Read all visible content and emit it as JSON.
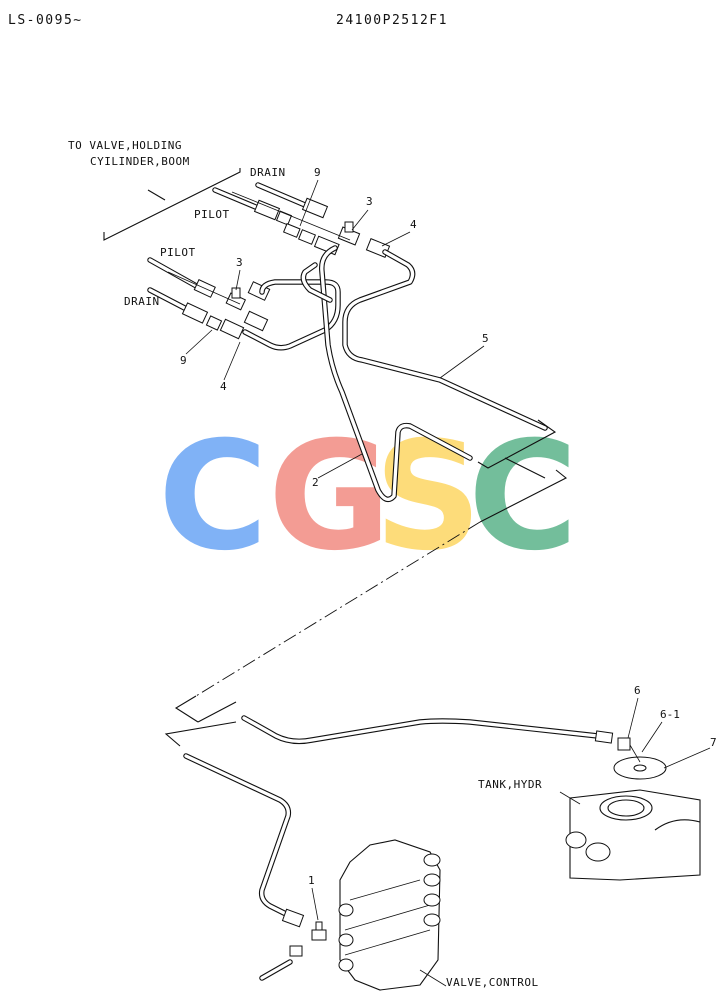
{
  "header": {
    "serial_range": "LS-0095∼",
    "part_number": "24100P2512F1"
  },
  "labels": {
    "to_valve": [
      "TO VALVE,HOLDING",
      "CYILINDER,BOOM"
    ],
    "drain_upper": "DRAIN",
    "pilot_upper": "PILOT",
    "pilot_lower": "PILOT",
    "drain_lower": "DRAIN",
    "tank": "TANK,HYDR",
    "valve_control": "VALVE,CONTROL"
  },
  "callouts": {
    "c9_upper": "9",
    "c3_upper": "3",
    "c4_upper": "4",
    "c3_lower": "3",
    "c9_lower": "9",
    "c4_lower": "4",
    "c5": "5",
    "c2": "2",
    "c6": "6",
    "c6_1": "6-1",
    "c7": "7",
    "c1": "1"
  },
  "watermark": {
    "letters": [
      "C",
      "G",
      "S",
      "C"
    ],
    "colors": [
      "#6aa5f5",
      "#f28b82",
      "#fdd663",
      "#5bb38a"
    ]
  }
}
